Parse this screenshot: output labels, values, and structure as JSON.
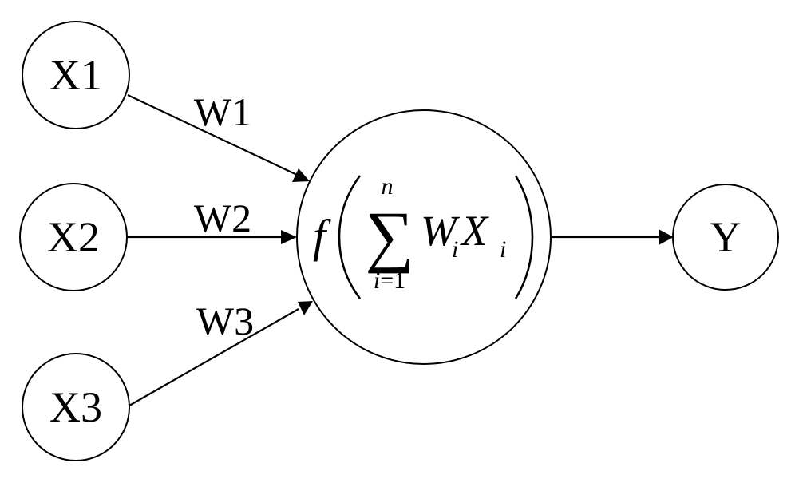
{
  "diagram": {
    "title": "Artificial neuron (perceptron) model",
    "inputs": [
      {
        "id": "x1",
        "label": "X1",
        "weight": "W1"
      },
      {
        "id": "x2",
        "label": "X2",
        "weight": "W2"
      },
      {
        "id": "x3",
        "label": "X3",
        "weight": "W3"
      }
    ],
    "neuron": {
      "function": "f",
      "sum_symbol": "∑",
      "upper_limit": "n",
      "lower_limit": "i=1",
      "lower_var": "i",
      "lower_eq": "=1",
      "term_w": "W",
      "term_x": "X",
      "subscript": "i"
    },
    "output": {
      "id": "y",
      "label": "Y"
    },
    "colors": {
      "stroke": "#000000",
      "background": "#ffffff"
    }
  }
}
